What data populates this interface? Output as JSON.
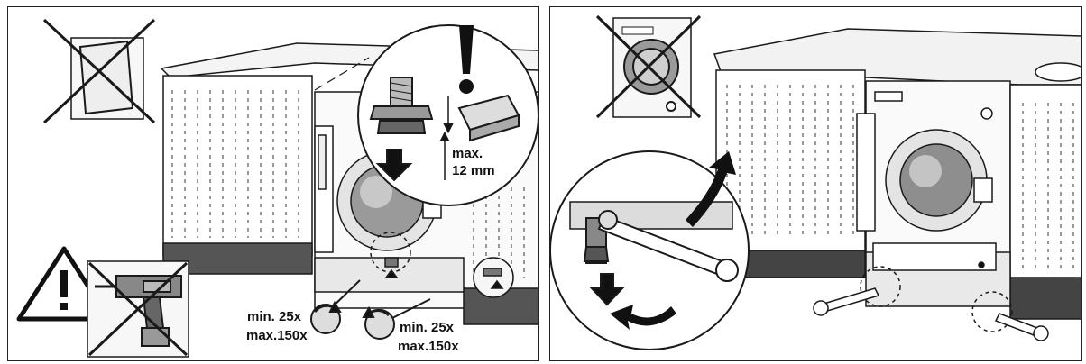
{
  "left_panel": {
    "labels": {
      "counter_clockwise_turns_min": "min. 25x",
      "counter_clockwise_turns_max": "max.150x",
      "clockwise_turns_min": "min. 25x",
      "clockwise_turns_max": "max.150x",
      "gap_max_line1": "max.",
      "gap_max_line2": "12 mm"
    },
    "icons": [
      "no-tipping-icon",
      "warning-triangle-icon",
      "no-power-drill-icon",
      "hex-bolt-detail-icon",
      "exclamation-icon"
    ]
  },
  "right_panel": {
    "icons": [
      "no-washing-machine-icon",
      "wrench-detail-icon",
      "rotate-arrows-icon"
    ]
  },
  "colors": {
    "line": "#1a1a1a",
    "fill_light": "#f2f2f2",
    "plinth": "#444444"
  }
}
